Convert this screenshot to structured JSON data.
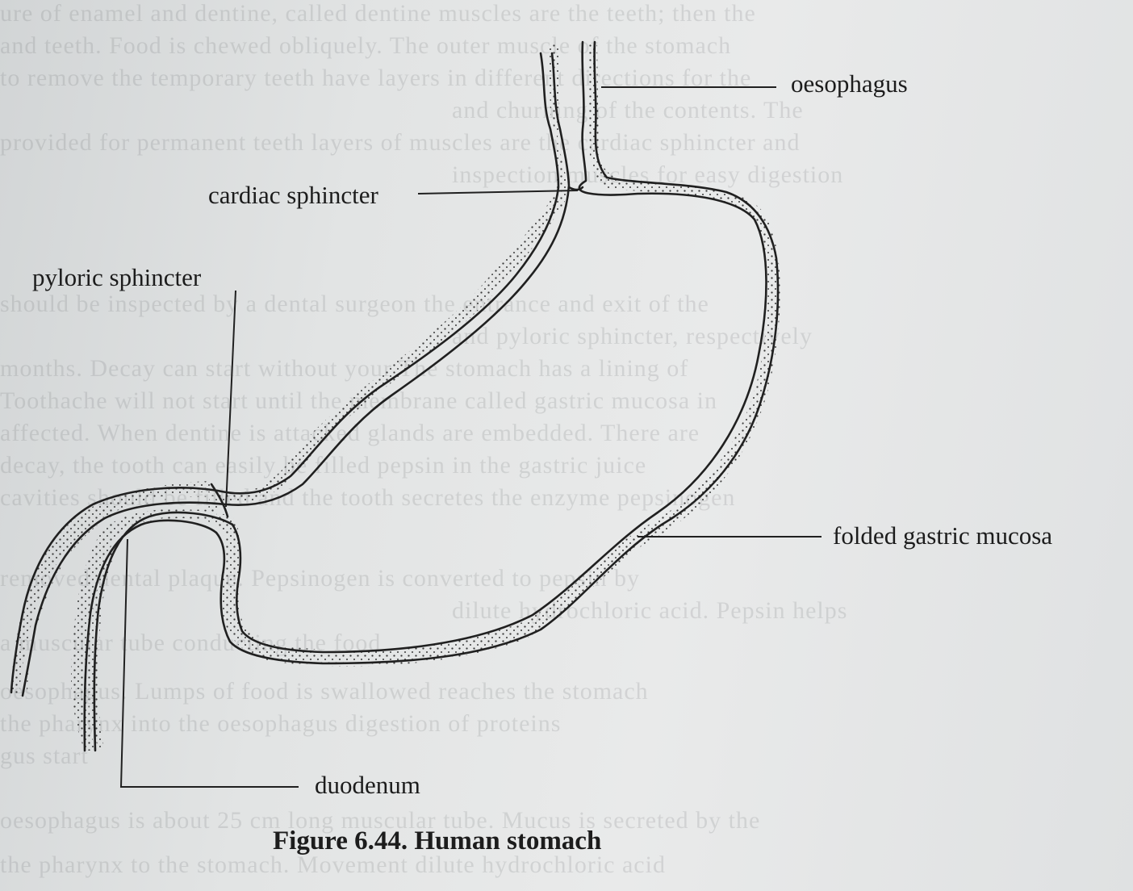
{
  "figure": {
    "caption": "Figure 6.44. Human stomach",
    "labels": {
      "oesophagus": "oesophagus",
      "cardiac_sphincter": "cardiac sphincter",
      "pyloric_sphincter": "pyloric sphincter",
      "folded_gastric_mucosa": "folded gastric mucosa",
      "duodenum": "duodenum"
    }
  },
  "background_text": [
    "ure of enamel and dentine, called dentine muscles are the teeth; then the",
    "and teeth. Food is chewed obliquely. The outer muscle of the stomach",
    "to remove the temporary teeth have layers in different directions for the",
    "and churning of the contents. The",
    "provided for permanent teeth layers of muscles are the cardiac sphincter and",
    "inspection muscles for easy digestion",
    "should be inspected by a dental surgeon the entrance and exit of the",
    "and pyloric sphincter, respectively",
    "months. Decay can start without your The stomach has a lining of",
    "Toothache will not start until the membrane called gastric mucosa in",
    "affected. When dentine is attacked glands are embedded. There are",
    "decay, the tooth can easily be filled pepsin in the gastric juice",
    "cavities should be filled and the tooth secretes the enzyme pepsinogen",
    "removed dental plaque. Pepsinogen is converted to pepsin by",
    "dilute hydrochloric acid. Pepsin helps",
    "a muscular tube conducting the food",
    "oesophagus. Lumps of food is swallowed reaches the stomach",
    "the pharynx into the oesophagus digestion of proteins",
    "gus start",
    "oesophagus is about 25 cm long muscular tube. Mucus is secreted by the",
    "the pharynx to the stomach. Movement dilute hydrochloric acid"
  ],
  "colors": {
    "ink": "#202020",
    "dots": "#3a3a3a",
    "text": "#1c1c1c"
  }
}
